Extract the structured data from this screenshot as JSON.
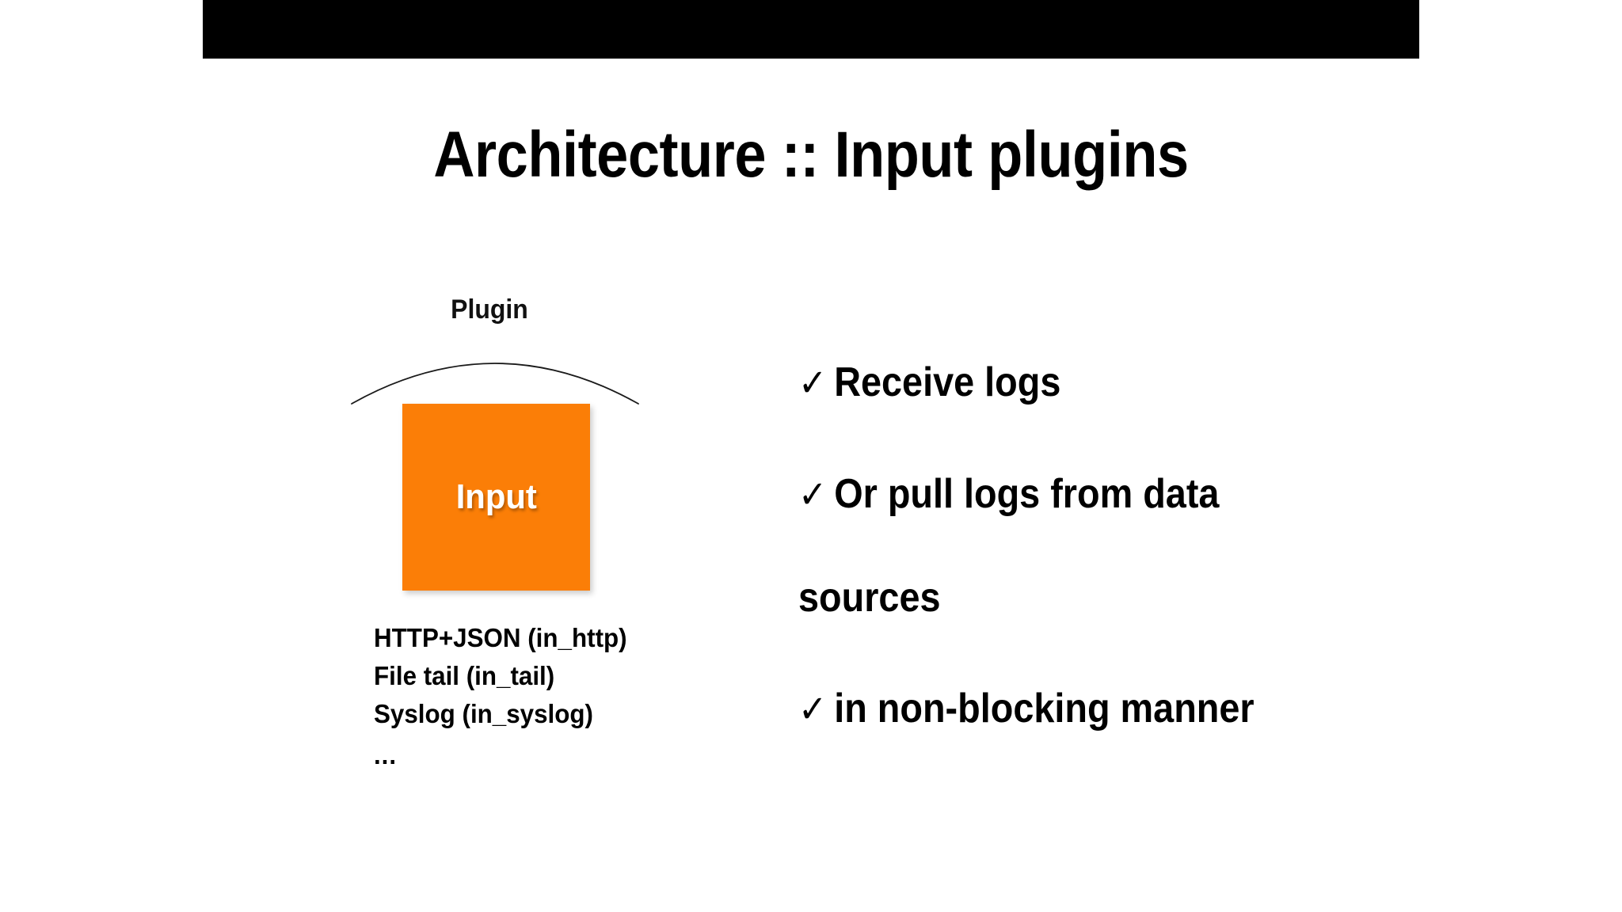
{
  "slide": {
    "title": "Architecture :: Input plugins",
    "background_color": "#ffffff",
    "banner_color": "#000000"
  },
  "diagram": {
    "plugin_label": "Plugin",
    "box": {
      "label": "Input",
      "fill_color": "#fb7e07",
      "text_color": "#ffffff"
    },
    "sources": [
      "HTTP+JSON (in_http)",
      "File tail (in_tail)",
      "Syslog (in_syslog)",
      "..."
    ]
  },
  "features": {
    "check_glyph": "✓",
    "items": [
      {
        "text": "Receive logs",
        "wrapped": ""
      },
      {
        "text": "Or pull logs from data",
        "wrapped": "sources"
      },
      {
        "text": "in non-blocking manner",
        "wrapped": ""
      }
    ]
  }
}
